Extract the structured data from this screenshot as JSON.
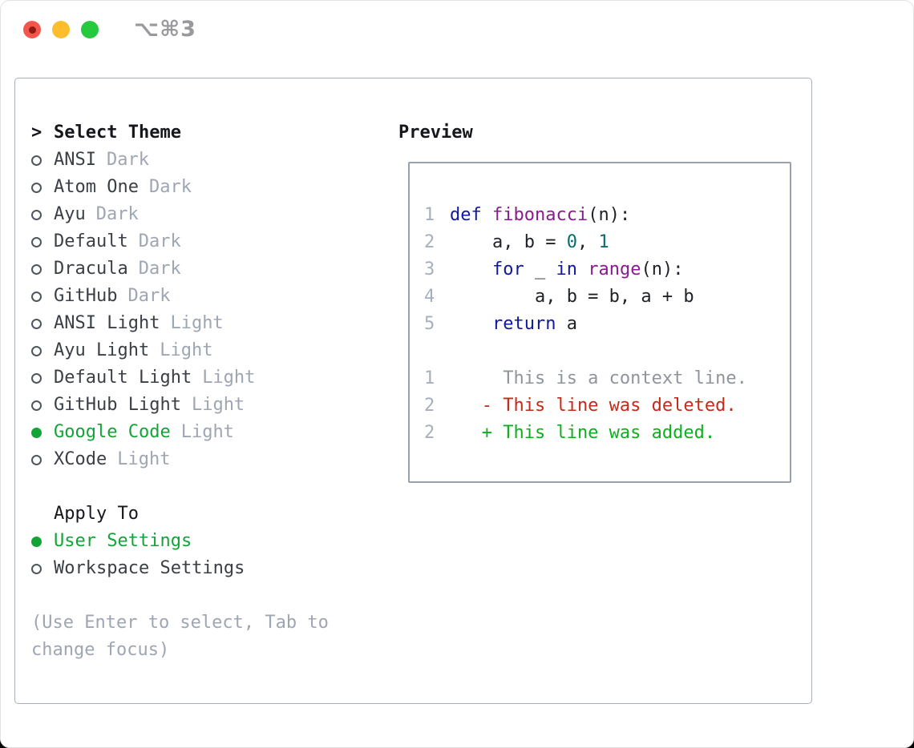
{
  "window": {
    "title": "⌥⌘3",
    "controls": [
      {
        "name": "close",
        "color": "#f4564e"
      },
      {
        "name": "minimize",
        "color": "#fcbe2d"
      },
      {
        "name": "zoom",
        "color": "#27c93f"
      }
    ]
  },
  "theme_panel": {
    "heading": {
      "marker": ">",
      "label": "Select Theme"
    },
    "themes": [
      {
        "name": "ANSI",
        "tag": "Dark",
        "selected": false
      },
      {
        "name": "Atom One",
        "tag": "Dark",
        "selected": false
      },
      {
        "name": "Ayu",
        "tag": "Dark",
        "selected": false
      },
      {
        "name": "Default",
        "tag": "Dark",
        "selected": false
      },
      {
        "name": "Dracula",
        "tag": "Dark",
        "selected": false
      },
      {
        "name": "GitHub",
        "tag": "Dark",
        "selected": false
      },
      {
        "name": "ANSI Light",
        "tag": "Light",
        "selected": false
      },
      {
        "name": "Ayu Light",
        "tag": "Light",
        "selected": false
      },
      {
        "name": "Default Light",
        "tag": "Light",
        "selected": false
      },
      {
        "name": "GitHub Light",
        "tag": "Light",
        "selected": false
      },
      {
        "name": "Google Code",
        "tag": "Light",
        "selected": true
      },
      {
        "name": "XCode",
        "tag": "Light",
        "selected": false
      }
    ],
    "apply_to": {
      "heading": "Apply To",
      "options": [
        {
          "name": "User Settings",
          "selected": true
        },
        {
          "name": "Workspace Settings",
          "selected": false
        }
      ]
    },
    "help_lines": [
      "(Use Enter to select, Tab to",
      "change focus)"
    ]
  },
  "preview": {
    "heading": "Preview",
    "code_lines": [
      {
        "num": "1",
        "tokens": [
          {
            "t": "def",
            "c": "keyword"
          },
          {
            "t": " ",
            "c": "plain"
          },
          {
            "t": "fibonacci",
            "c": "function"
          },
          {
            "t": "(n):",
            "c": "plain"
          }
        ]
      },
      {
        "num": "2",
        "tokens": [
          {
            "t": "    a, b = ",
            "c": "plain"
          },
          {
            "t": "0",
            "c": "number"
          },
          {
            "t": ", ",
            "c": "plain"
          },
          {
            "t": "1",
            "c": "number"
          }
        ]
      },
      {
        "num": "3",
        "tokens": [
          {
            "t": "    ",
            "c": "plain"
          },
          {
            "t": "for",
            "c": "keyword"
          },
          {
            "t": " _ ",
            "c": "plain"
          },
          {
            "t": "in",
            "c": "keyword"
          },
          {
            "t": " ",
            "c": "plain"
          },
          {
            "t": "range",
            "c": "function"
          },
          {
            "t": "(n):",
            "c": "plain"
          }
        ]
      },
      {
        "num": "4",
        "tokens": [
          {
            "t": "        a, b = b, a + b",
            "c": "plain"
          }
        ]
      },
      {
        "num": "5",
        "tokens": [
          {
            "t": "    ",
            "c": "plain"
          },
          {
            "t": "return",
            "c": "keyword"
          },
          {
            "t": " a",
            "c": "plain"
          }
        ]
      }
    ],
    "diff_lines": [
      {
        "num": "1",
        "text": "     This is a context line.",
        "type": "context"
      },
      {
        "num": "2",
        "text": "   - This line was deleted.",
        "type": "deleted"
      },
      {
        "num": "2",
        "text": "   + This line was added.",
        "type": "added"
      }
    ]
  },
  "colors": {
    "keyword": "#10189c",
    "function": "#8a1b8f",
    "number": "#0b6c6c",
    "plain": "#1e2126",
    "line_number": "#a6b0bd",
    "diff_context": "#8e959d",
    "diff_deleted": "#c52a18",
    "diff_added": "#0fae1d",
    "selection_green": "#13a438",
    "theme_name": "#3a3f46",
    "muted_gray": "#9da6b2",
    "heading_black": "#15171c",
    "circle_gray": "#50565e",
    "border_outer": "#a9b0ba",
    "border_preview": "#98a2ae",
    "title_gray": "#98989d",
    "traffic_red": "#f4564e",
    "traffic_red_dot": "#8d1b10",
    "traffic_yellow": "#fcbe2d",
    "traffic_green": "#27c93f"
  }
}
